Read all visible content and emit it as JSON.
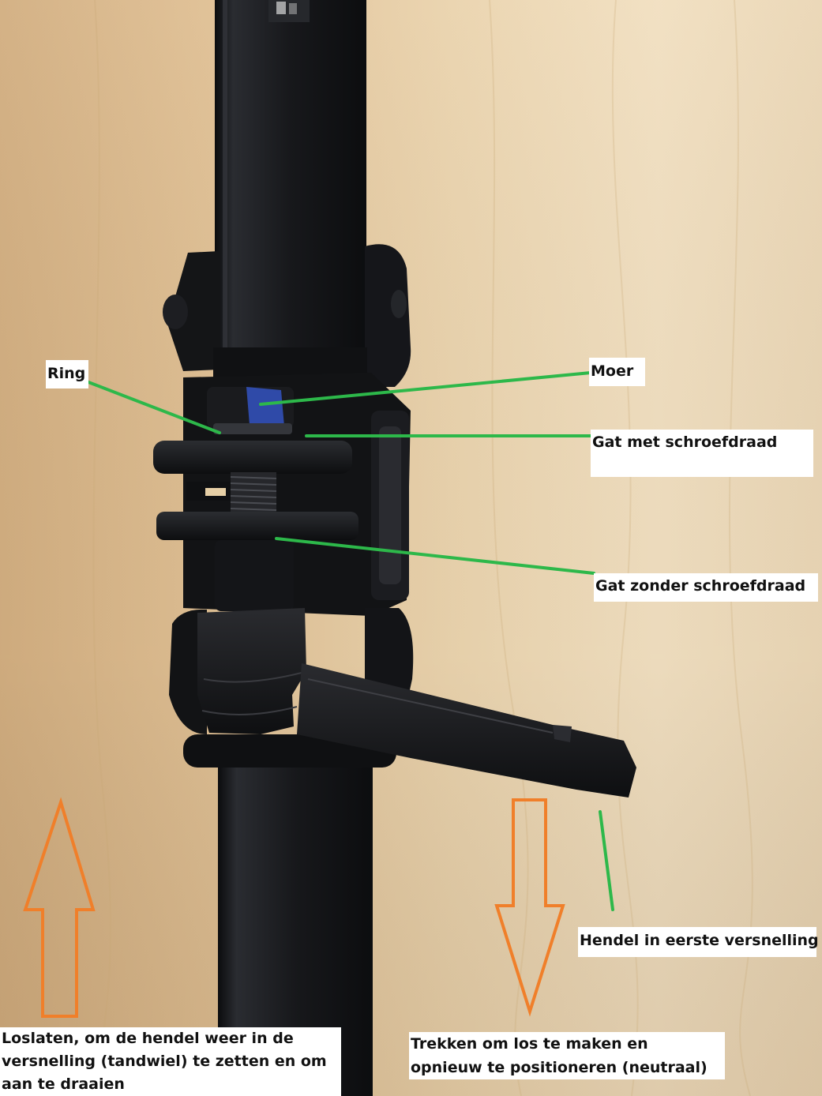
{
  "labels": {
    "ring": "Ring",
    "moer": "Moer",
    "gat_met": "Gat met schroefdraad",
    "gat_zonder": "Gat zonder schroefdraad",
    "hendel": "Hendel in eerste versnelling",
    "loslaten": "Loslaten, om de hendel weer in de versnelling (tandwiel) te zetten en om aan te draaien",
    "trekken": "Trekken om los te maken en opnieuw te positioneren (neutraal)"
  },
  "colors": {
    "pointer_line": "#2db84a",
    "arrow_outline": "#f07f2a",
    "wall": "#e9cfa4",
    "metal": "#151619",
    "nut_tape": "#2f4aa8"
  },
  "icons": {
    "arrow_up": "arrow-up-icon",
    "arrow_down": "arrow-down-icon"
  }
}
